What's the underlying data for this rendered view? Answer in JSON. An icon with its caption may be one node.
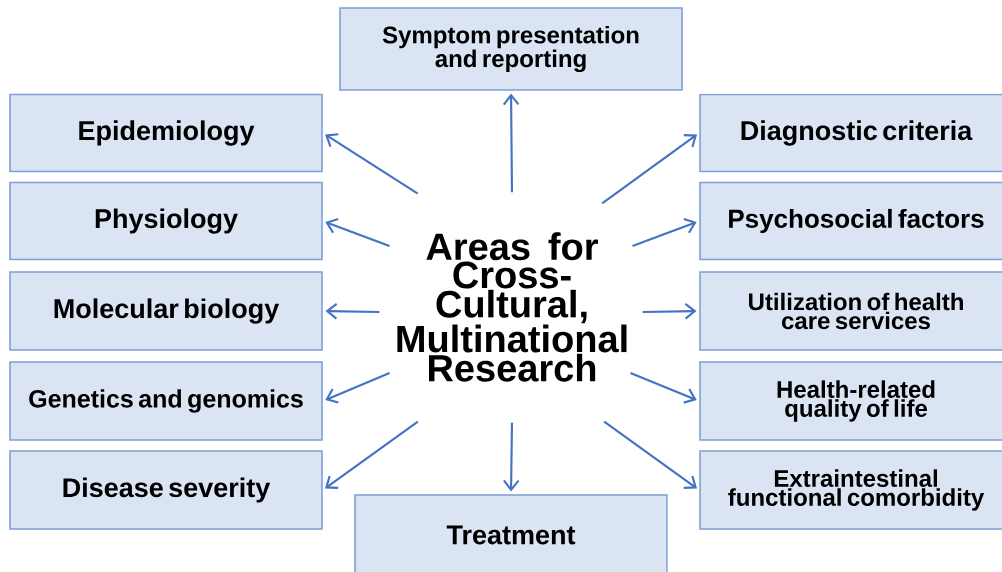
{
  "diagram": {
    "nodes": [
      {
        "text": [
          "Areas for Cross-Cultural, Multinational Research"
        ]
      },
      {
        "text": [
          "Symptom presentation and reporting"
        ]
      },
      {
        "text": [
          "Epidemiology"
        ]
      },
      {
        "text": [
          "Diagnostic criteria"
        ]
      },
      {
        "text": [
          "Physiology"
        ]
      },
      {
        "text": [
          "Psychosocial factors"
        ]
      },
      {
        "text": [
          "Molecular biology"
        ]
      },
      {
        "text": [
          "Utilization of health care services"
        ]
      },
      {
        "text": [
          "Genetics and genomics"
        ]
      },
      {
        "text": [
          "Health-related quality of life"
        ]
      },
      {
        "text": [
          "Disease severity"
        ]
      },
      {
        "text": [
          "Extraintestinal functional comorbidity"
        ]
      },
      {
        "text": [
          "Treatment"
        ]
      }
    ],
    "edges": [
      {
        "from": 0,
        "to": 1,
        "arrow": "to"
      },
      {
        "from": 0,
        "to": 2,
        "arrow": "to"
      },
      {
        "from": 0,
        "to": 3,
        "arrow": "to"
      },
      {
        "from": 0,
        "to": 4,
        "arrow": "to"
      },
      {
        "from": 0,
        "to": 5,
        "arrow": "to"
      },
      {
        "from": 0,
        "to": 6,
        "arrow": "to"
      },
      {
        "from": 0,
        "to": 7,
        "arrow": "to"
      },
      {
        "from": 0,
        "to": 8,
        "arrow": "to"
      },
      {
        "from": 0,
        "to": 9,
        "arrow": "to"
      },
      {
        "from": 0,
        "to": 10,
        "arrow": "to"
      },
      {
        "from": 0,
        "to": 11,
        "arrow": "to"
      },
      {
        "from": 0,
        "to": 12,
        "arrow": "to"
      }
    ]
  }
}
